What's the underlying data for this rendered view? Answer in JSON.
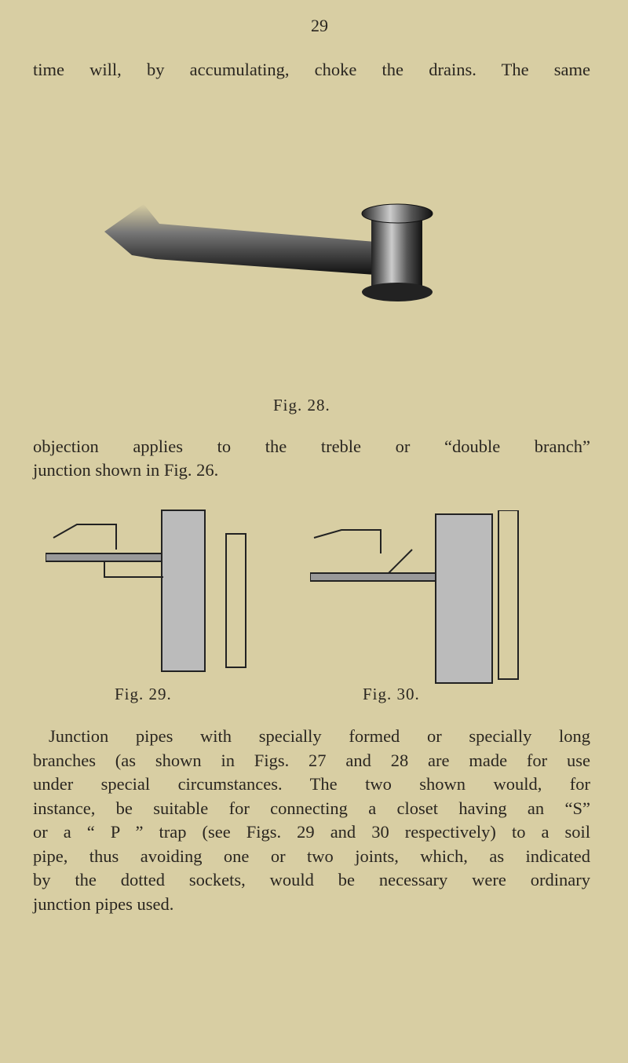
{
  "page_number": "29",
  "top_line": "time will, by accumulating, choke the drains. The same",
  "fig28_caption": "Fig. 28.",
  "para1": [
    "objection applies to the treble or “double branch”",
    "junction shown in Fig. 26."
  ],
  "fig29_caption": "Fig. 29.",
  "fig30_caption": "Fig. 30.",
  "para2": [
    "Junction pipes with specially formed or specially long",
    "branches (as shown in Figs. 27 and 28 are made for use",
    "under special circumstances. The two shown would, for",
    "instance, be suitable for connecting a closet having an “S”",
    "or a “ P ” trap (see Figs. 29 and 30 respectively) to a soil",
    "pipe, thus avoiding one or two joints, which, as indicated",
    "by the dotted sockets, would be necessary were ordinary",
    "junction pipes used."
  ]
}
